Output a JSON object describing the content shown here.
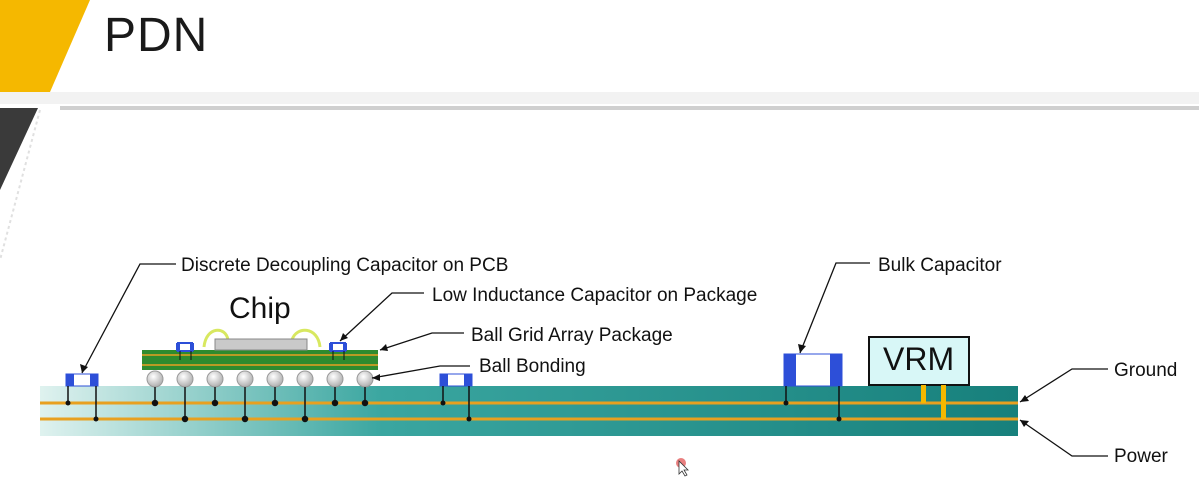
{
  "slide": {
    "title": "PDN"
  },
  "diagram": {
    "chip_label": "Chip",
    "vrm_label": "VRM",
    "callouts": {
      "discrete_cap": "Discrete Decoupling Capacitor on PCB",
      "low_inductance_cap": "Low Inductance Capacitor on Package",
      "bga_package": "Ball Grid Array Package",
      "ball_bonding": "Ball Bonding",
      "bulk_cap": "Bulk Capacitor",
      "ground": "Ground",
      "power": "Power"
    },
    "colors": {
      "accent_yellow": "#F5B800",
      "dark_stripe": "#3a3a3a",
      "pcb_teal": "#1b8f8b",
      "pcb_light": "#bfe3df",
      "plane_orange": "#e8a020",
      "package_green": "#2e8b2e",
      "cap_blue": "#2d4fd8",
      "vrm_fill": "#d8f7f7",
      "ball_gray": "#c8c8c8"
    }
  }
}
